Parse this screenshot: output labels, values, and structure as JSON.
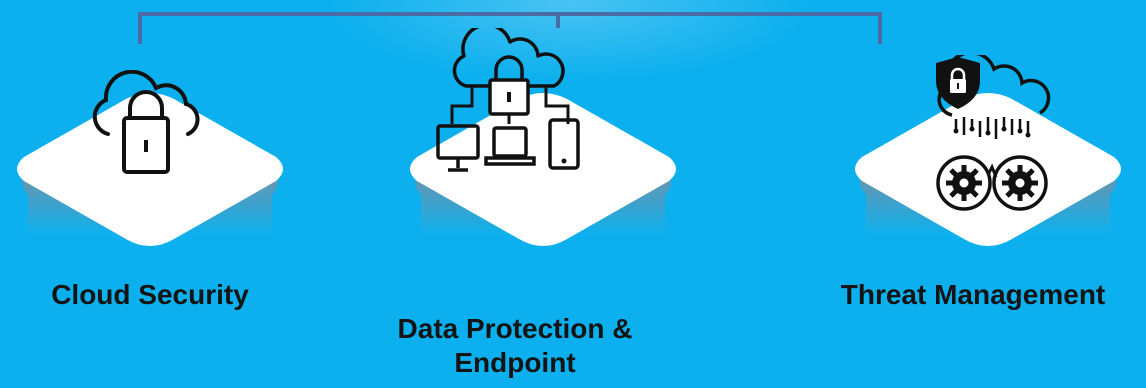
{
  "pillars": [
    {
      "id": "cloud",
      "title": "Cloud Security",
      "icon": "cloud-lock-icon"
    },
    {
      "id": "data",
      "title": "Data Protection & Endpoint",
      "icon": "cloud-network-devices-icon"
    },
    {
      "id": "threat",
      "title": "Threat Management",
      "icon": "cloud-shield-gears-icon"
    }
  ],
  "colors": {
    "background": "#0db0ee",
    "connector": "#4a6ba6",
    "tile_top": "#ffffff",
    "tile_side": "#ef7a5b",
    "label": "#141414",
    "icon": "#111111"
  }
}
